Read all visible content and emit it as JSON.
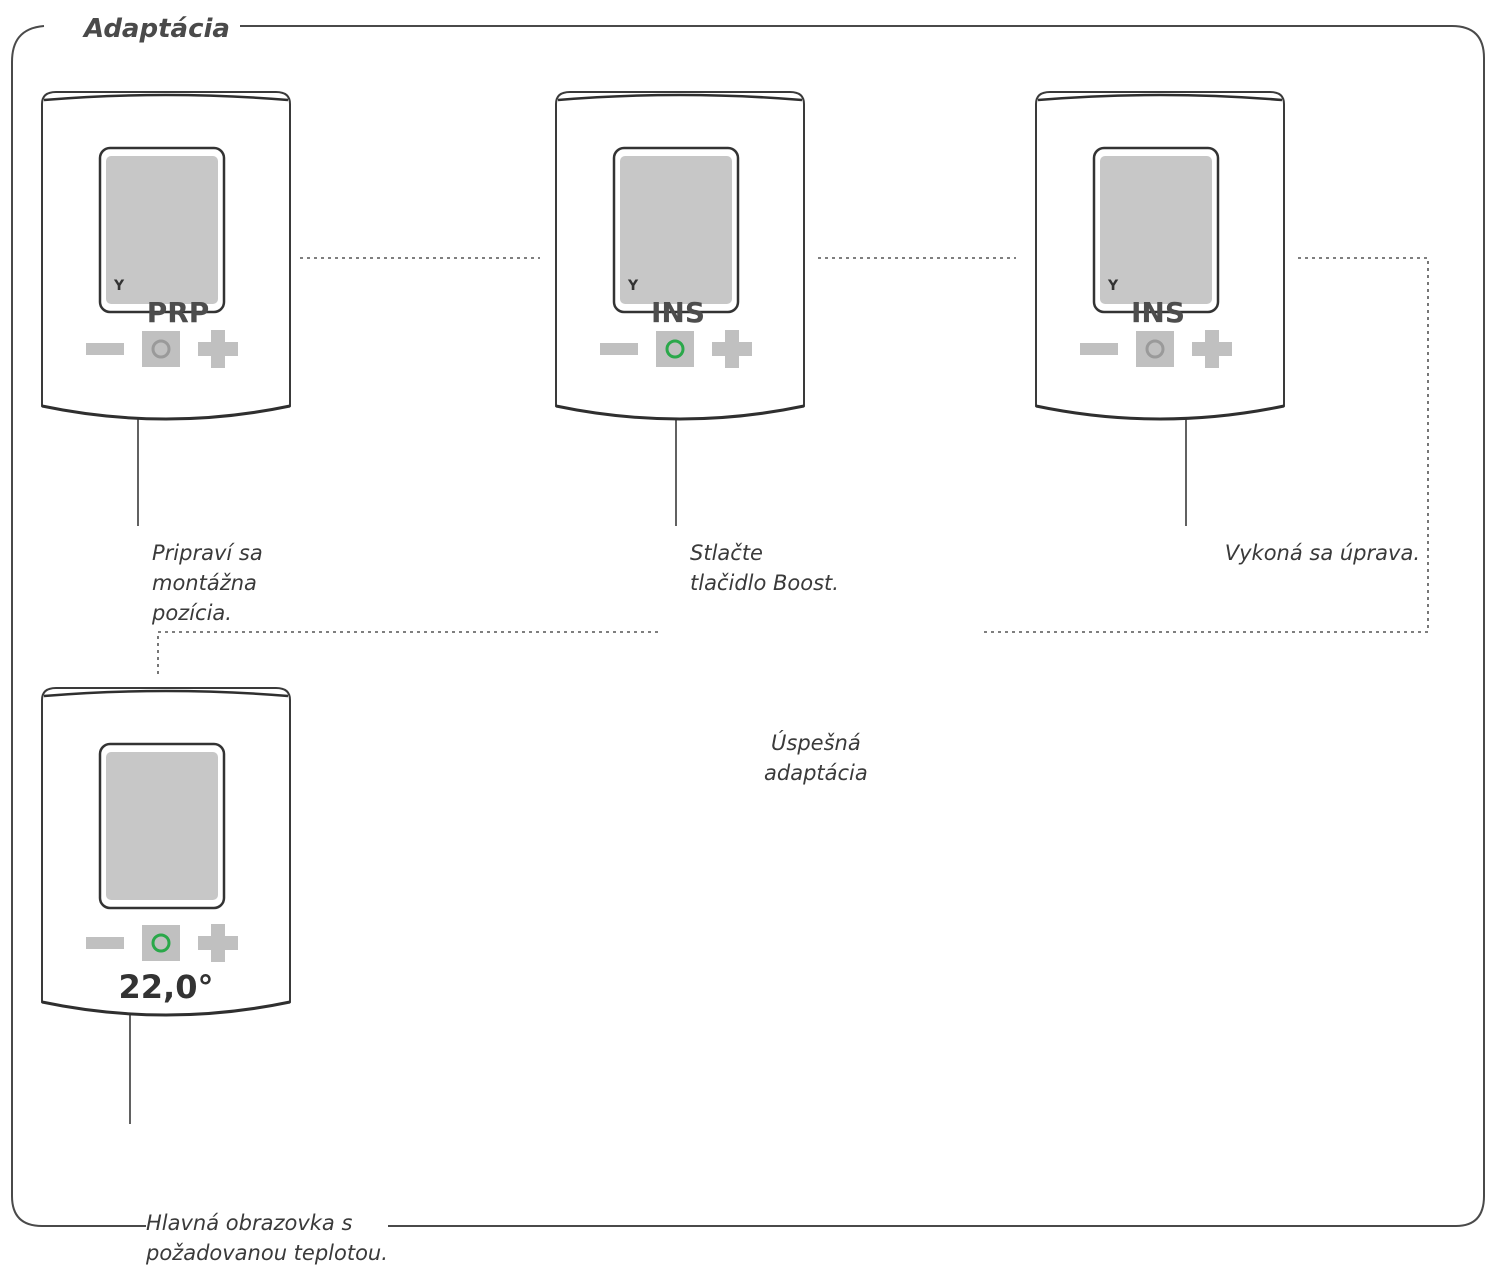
{
  "title": "Adaptácia",
  "devices": [
    {
      "id": "step1",
      "display_code": "PRP",
      "wrench_symbol": "Y",
      "boost_active": false
    },
    {
      "id": "step2",
      "display_code": "INS",
      "wrench_symbol": "Y",
      "boost_active": true
    },
    {
      "id": "step3",
      "display_code": "INS",
      "wrench_symbol": "Y",
      "boost_active": false
    },
    {
      "id": "step4",
      "display_code": "22,0°",
      "boost_active": true
    }
  ],
  "captions": {
    "step1": [
      "Pripraví sa",
      "montážna",
      "pozícia."
    ],
    "step2": [
      "Stlačte",
      "tlačidlo Boost."
    ],
    "step3": [
      "Vykoná sa úprava."
    ],
    "success": [
      "Úspešná",
      "adaptácia"
    ],
    "step4": [
      "Hlavná obrazovka s",
      "požadovanou teplotou."
    ]
  },
  "colors": {
    "frame": "#4a4a4a",
    "device_outline": "#3a3a3a",
    "screen_fill": "#c7c7c7",
    "button_gray": "#c0c0c0",
    "boost_active_ring": "#2aa84a",
    "boost_inactive_ring": "#9a9a9a",
    "dotted_line": "#555555"
  }
}
